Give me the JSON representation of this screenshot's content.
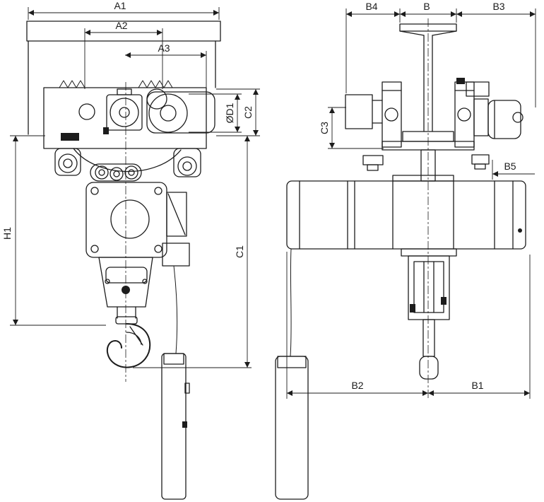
{
  "colors": {
    "line": "#1c1c1c",
    "background": "#ffffff"
  },
  "labels": {
    "a1": "A1",
    "a2": "A2",
    "a3": "A3",
    "h1": "H1",
    "c1": "C1",
    "c2": "C2",
    "d1": "ØD1",
    "b4": "B4",
    "b": "B",
    "b3": "B3",
    "c3": "C3",
    "b5": "B5",
    "b2": "B2",
    "b1": "B1"
  }
}
